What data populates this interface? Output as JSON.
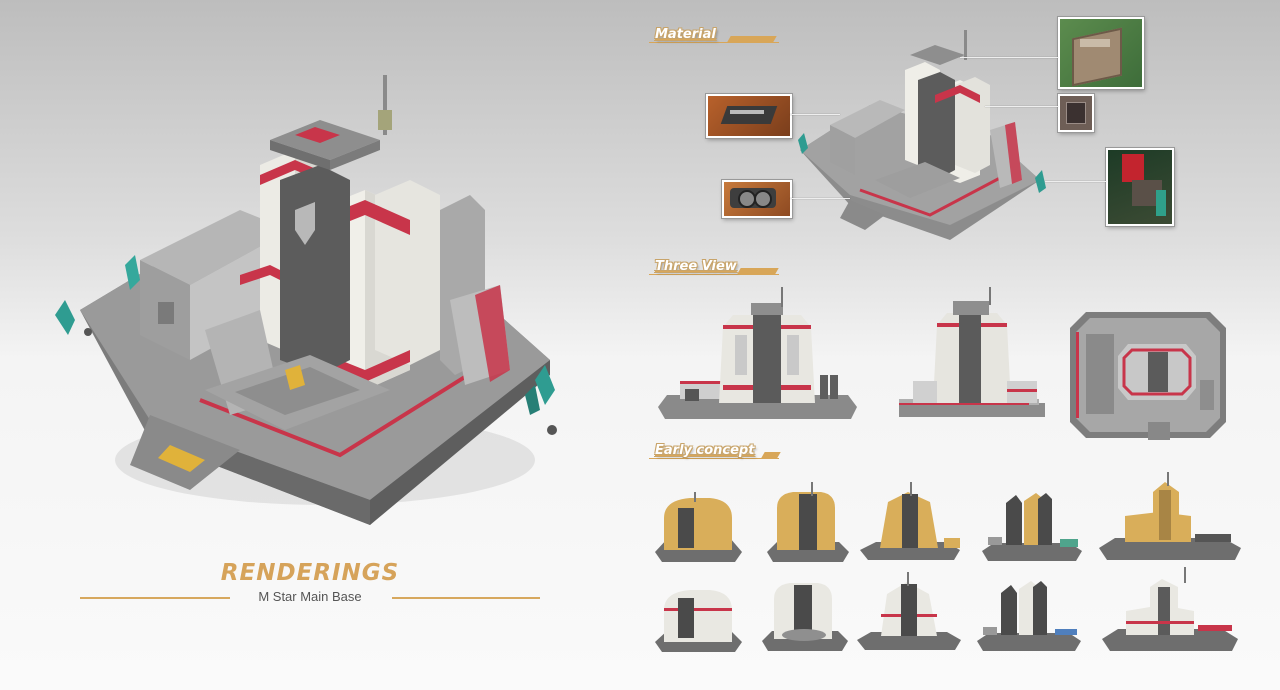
{
  "sections": {
    "material": "Material",
    "three_view": "Three View",
    "early_concept": "Early concept"
  },
  "renderings": {
    "title": "RENDERINGS",
    "subtitle": "M Star Main Base"
  },
  "colors": {
    "accent_gold": "#d8a658",
    "base_grey": "#8d8d8d",
    "panel_white": "#efefea",
    "trim_red": "#c8354a",
    "crystal_teal": "#2f9c91",
    "concept_yellow": "#d9ae5a"
  }
}
